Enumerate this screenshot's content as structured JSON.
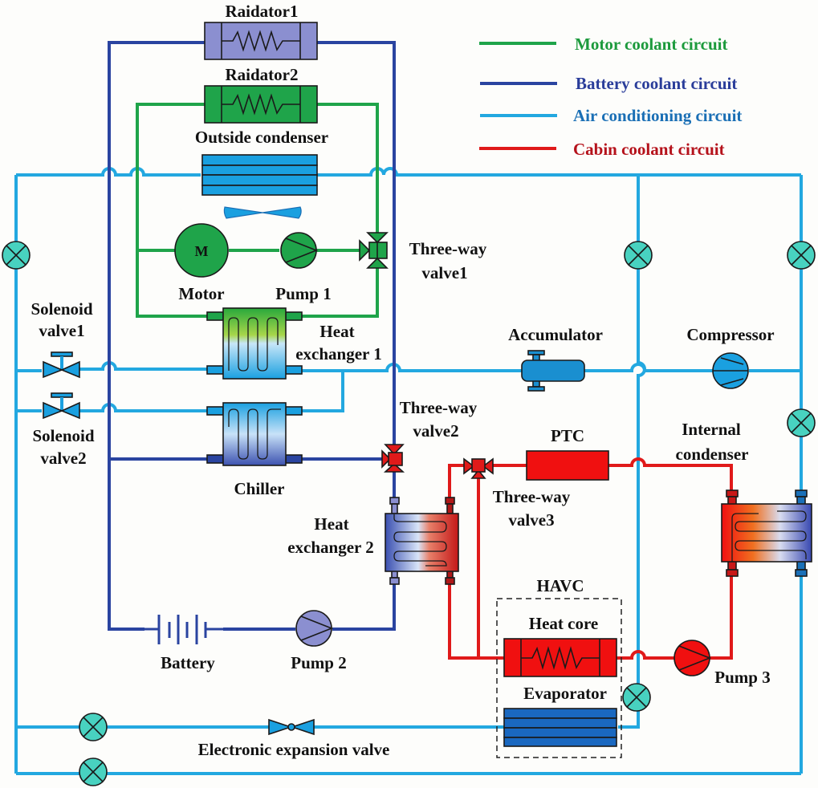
{
  "diagram": {
    "type": "thermal-management-system-schematic",
    "legend": [
      {
        "label": "Motor coolant circuit",
        "color": "#1fa44a",
        "text_color": "#1c9a3c"
      },
      {
        "label": "Battery coolant circuit",
        "color": "#2a44a0",
        "text_color": "#2a3d9a"
      },
      {
        "label": "Air conditioning circuit",
        "color": "#23a8e0",
        "text_color": "#1a6fb5"
      },
      {
        "label": "Cabin coolant circuit",
        "color": "#e01a1a",
        "text_color": "#b5121b"
      }
    ],
    "components": {
      "radiator1": "Raidator1",
      "radiator2": "Raidator2",
      "outside_condenser": "Outside condenser",
      "motor": "Motor",
      "motor_symbol": "M",
      "pump1": "Pump 1",
      "three_way_valve1": [
        "Three-way",
        "valve1"
      ],
      "solenoid_valve1": [
        "Solenoid",
        "valve1"
      ],
      "solenoid_valve2": [
        "Solenoid",
        "valve2"
      ],
      "heat_exchanger1": [
        "Heat",
        "exchanger 1"
      ],
      "accumulator": "Accumulator",
      "compressor": "Compressor",
      "three_way_valve2": [
        "Three-way",
        "valve2"
      ],
      "chiller": "Chiller",
      "ptc": "PTC",
      "internal_condenser": [
        "Internal",
        "condenser"
      ],
      "three_way_valve3": [
        "Three-way",
        "valve3"
      ],
      "heat_exchanger2": [
        "Heat",
        "exchanger 2"
      ],
      "havc": "HAVC",
      "heat_core": "Heat core",
      "evaporator": "Evaporator",
      "battery": "Battery",
      "pump2": "Pump 2",
      "pump3": "Pump 3",
      "electronic_expansion_valve": "Electronic expansion valve"
    }
  }
}
